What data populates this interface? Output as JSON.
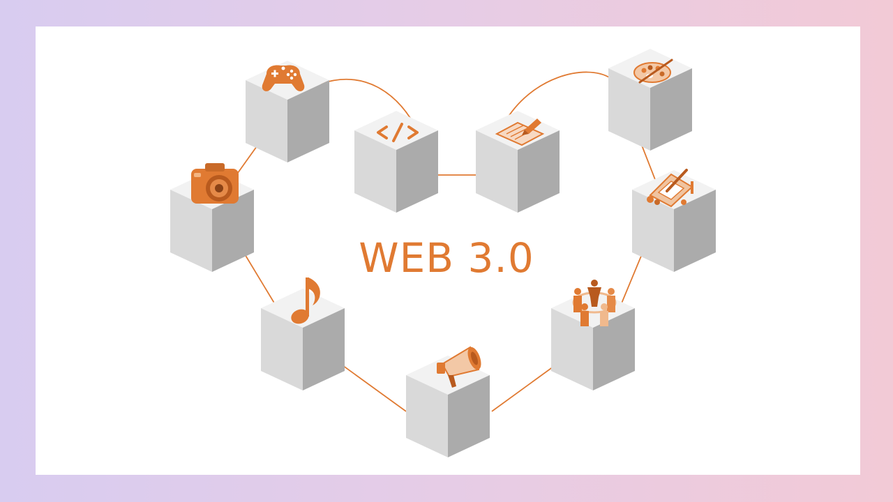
{
  "title": "WEB 3.0",
  "colors": {
    "accent": "#e07a32",
    "cube_top": "#f2f2f2",
    "cube_left": "#d9d9d9",
    "cube_right": "#aaaaaa",
    "background_start": "#d8ccf0",
    "background_end": "#f2cad6"
  },
  "nodes": [
    {
      "id": "gaming",
      "icon": "gamepad-icon"
    },
    {
      "id": "coding",
      "icon": "code-icon"
    },
    {
      "id": "writing",
      "icon": "pen-icon"
    },
    {
      "id": "art",
      "icon": "palette-icon"
    },
    {
      "id": "photography",
      "icon": "camera-icon"
    },
    {
      "id": "design",
      "icon": "drawing-tablet-icon"
    },
    {
      "id": "music",
      "icon": "music-note-icon"
    },
    {
      "id": "community",
      "icon": "people-circle-icon"
    },
    {
      "id": "marketing",
      "icon": "megaphone-icon"
    }
  ]
}
